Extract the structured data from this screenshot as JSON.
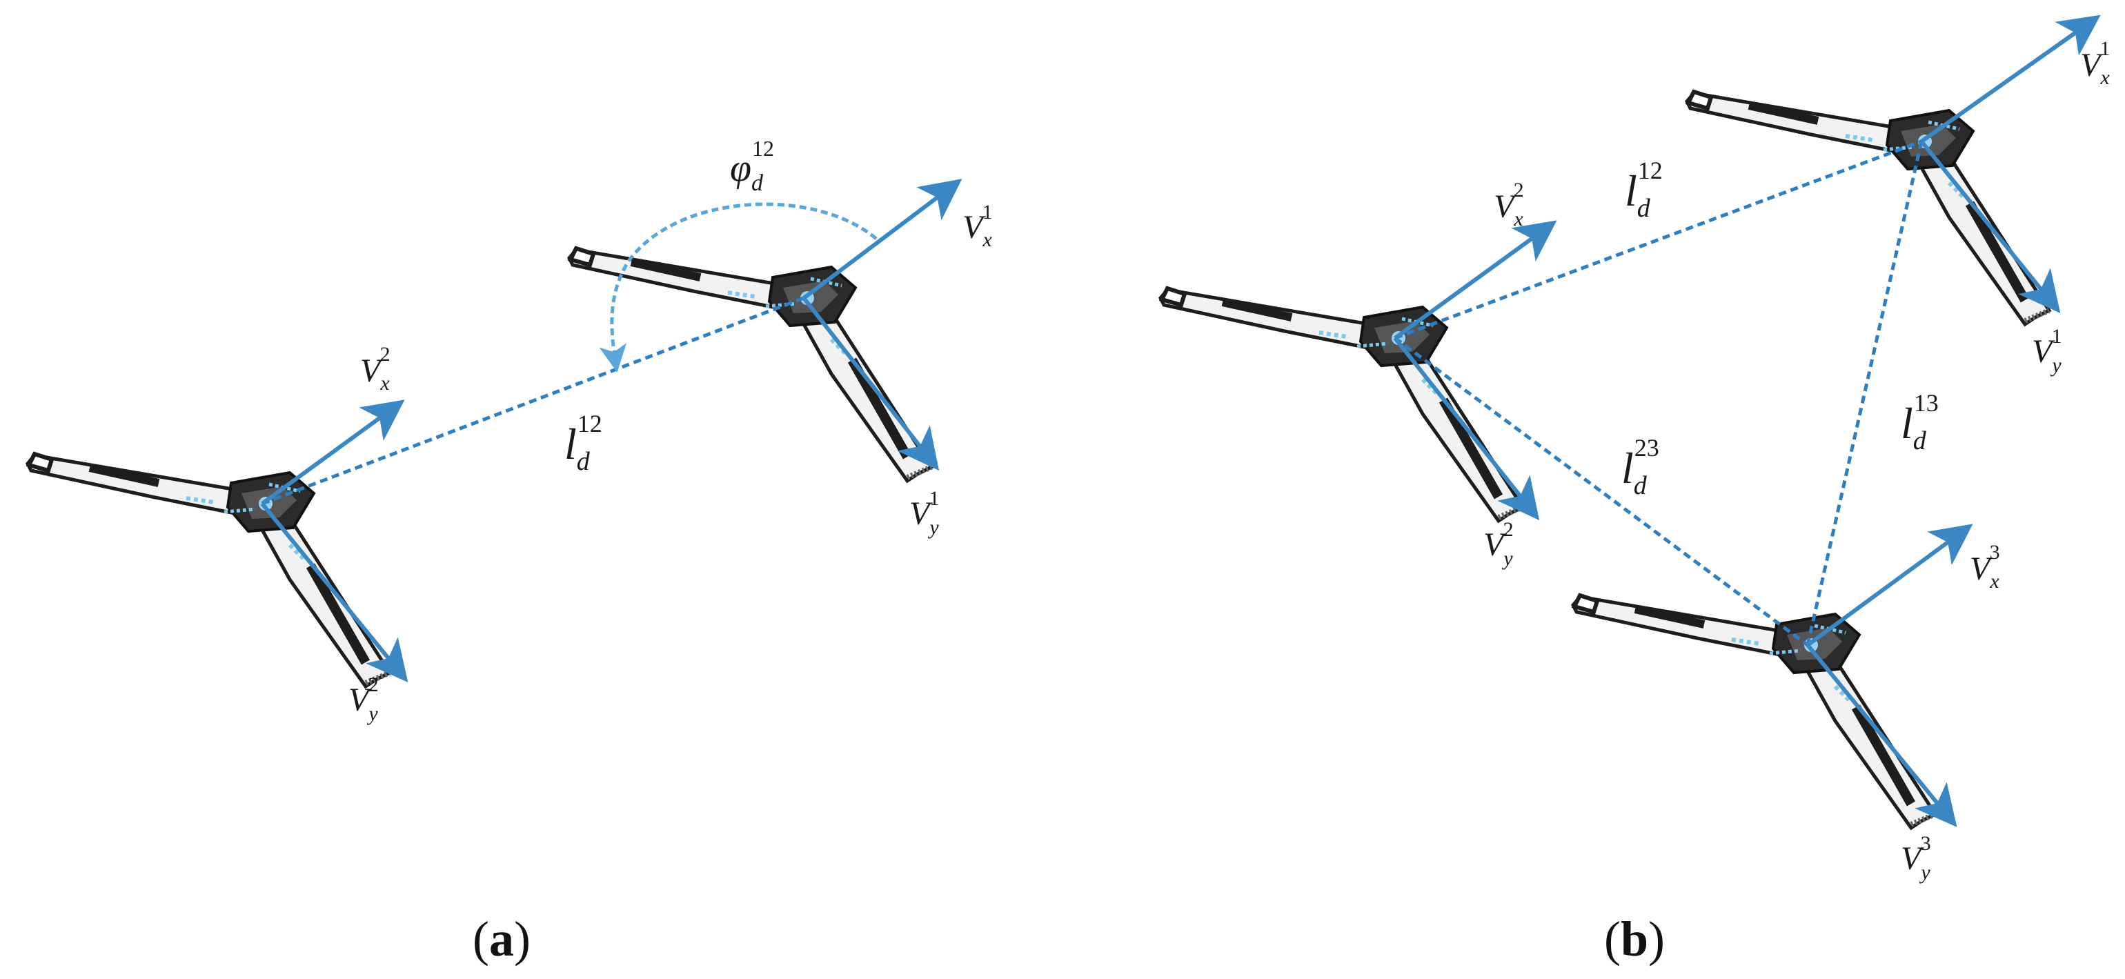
{
  "colors": {
    "arrow": "#3a87c4",
    "dashed_line": "#2f7fc0",
    "angle_arc": "#5aa6db",
    "drone_dark": "#1d1d1d",
    "drone_light": "#f2f2f2",
    "drone_accent": "#7cc8ee"
  },
  "panels": [
    {
      "label_open": "(",
      "label_letter": "a",
      "label_close": ")",
      "labels": {
        "vx1": {
          "base": "V",
          "sub": "x",
          "sup": "1"
        },
        "vy1": {
          "base": "V",
          "sub": "y",
          "sup": "1"
        },
        "vx2": {
          "base": "V",
          "sub": "x",
          "sup": "2"
        },
        "vy2": {
          "base": "V",
          "sub": "y",
          "sup": "2"
        },
        "l12": {
          "base": "l",
          "sub": "d",
          "sup": "12"
        },
        "phi12": {
          "base": "φ",
          "sub": "d",
          "sup": "12"
        }
      }
    },
    {
      "label_open": "(",
      "label_letter": "b",
      "label_close": ")",
      "labels": {
        "vx1": {
          "base": "V",
          "sub": "x",
          "sup": "1"
        },
        "vy1": {
          "base": "V",
          "sub": "y",
          "sup": "1"
        },
        "vx2": {
          "base": "V",
          "sub": "x",
          "sup": "2"
        },
        "vy2": {
          "base": "V",
          "sub": "y",
          "sup": "2"
        },
        "vx3": {
          "base": "V",
          "sub": "x",
          "sup": "3"
        },
        "vy3": {
          "base": "V",
          "sub": "y",
          "sup": "3"
        },
        "l12": {
          "base": "l",
          "sub": "d",
          "sup": "12"
        },
        "l13": {
          "base": "l",
          "sub": "d",
          "sup": "13"
        },
        "l23": {
          "base": "l",
          "sub": "d",
          "sup": "23"
        }
      }
    }
  ]
}
